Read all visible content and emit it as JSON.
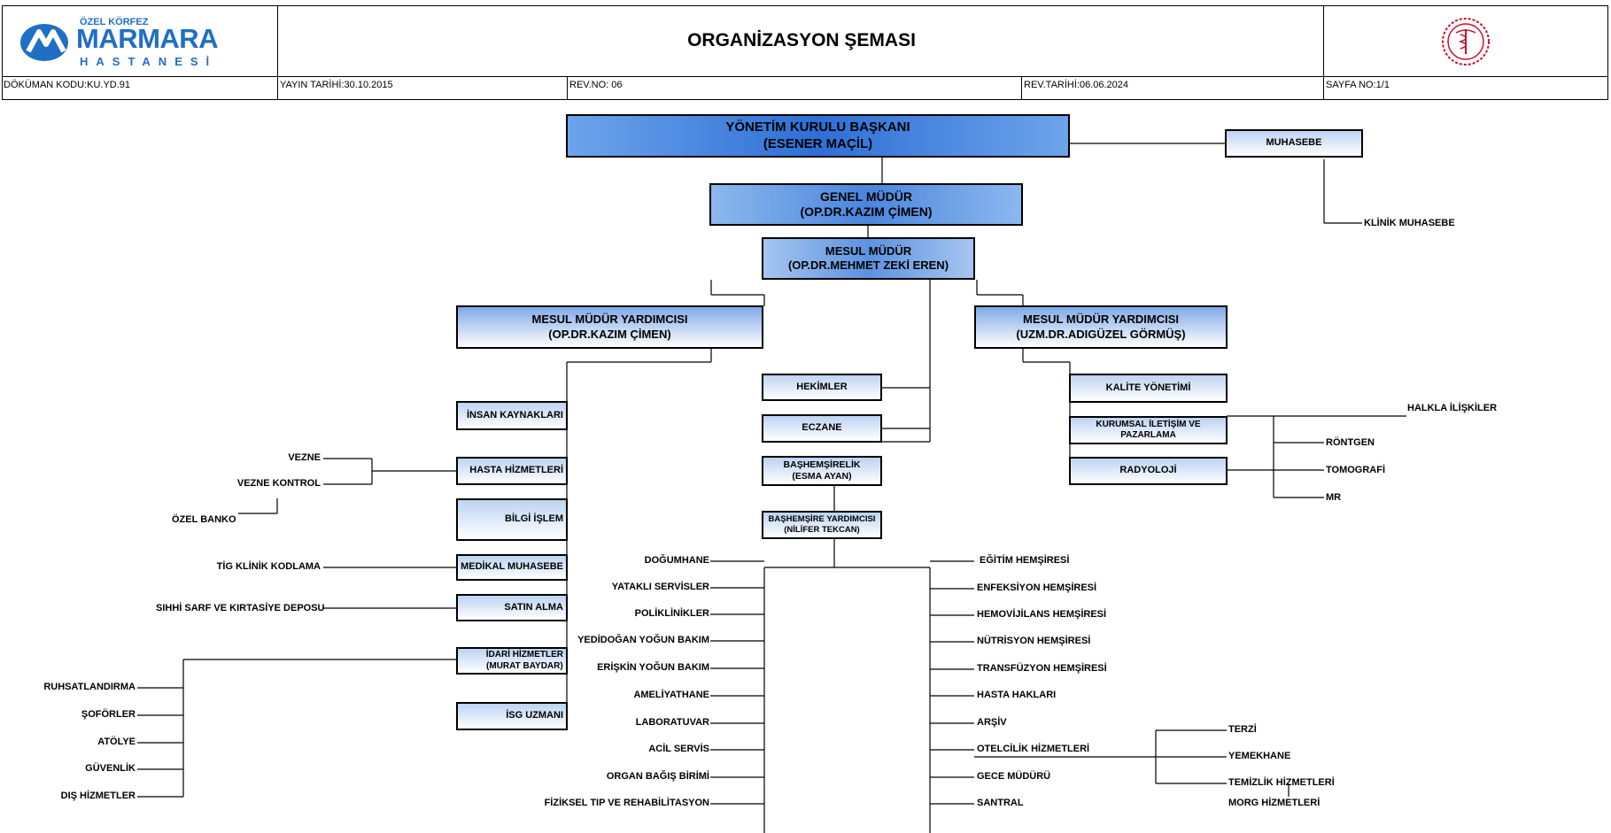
{
  "header": {
    "logo_top": "ÖZEL KÖRFEZ",
    "logo_main": "MARMARA",
    "logo_sub": "HASTANESİ",
    "title": "ORGANİZASYON ŞEMASI",
    "doc_code": "DÖKÜMAN KODU:KU.YD.91",
    "publish_date": "YAYIN TARİHİ:30.10.2015",
    "rev_no": "REV.NO: 06",
    "rev_date": "REV.TARİHİ:06.06.2024",
    "page_no": "SAYFA NO:1/1"
  },
  "colors": {
    "logo_blue": "#1f6fc5",
    "emblem_red": "#c8102e",
    "box_blue": "#4a86de"
  },
  "icons": {
    "logo": "marmara-logo-icon",
    "emblem": "ministry-emblem-icon"
  },
  "chart": {
    "chairman": "YÖNETİM KURULU BAŞKANI\n(ESENER MAÇİL)",
    "muhasebe": "MUHASEBE",
    "klinik_muhasebe": "KLİNİK MUHASEBE",
    "general_manager": "GENEL MÜDÜR\n(OP.DR.KAZIM ÇİMEN)",
    "responsible_manager": "MESUL MÜDÜR\n(OP.DR.MEHMET ZEKİ EREN)",
    "deputy_left": "MESUL MÜDÜR YARDIMCISI\n(OP.DR.KAZIM ÇİMEN)",
    "deputy_right": "MESUL MÜDÜR YARDIMCISI\n(UZM.DR.ADIGÜZEL GÖRMÜŞ)",
    "left_units": [
      "İNSAN KAYNAKLARI",
      "HASTA HİZMETLERİ",
      "BİLGİ İŞLEM",
      "MEDİKAL MUHASEBE",
      "SATIN ALMA",
      "İDARİ HİZMETLER\n(MURAT BAYDAR)",
      "İSG UZMANI"
    ],
    "hasta_sub": [
      "VEZNE",
      "VEZNE KONTROL",
      "ÖZEL BANKO"
    ],
    "medikal_sub": "TİG KLİNİK KODLAMA",
    "satin_sub": "SIHHİ SARF VE KIRTASİYE DEPOSU",
    "idari_sub": [
      "RUHSATLANDIRMA",
      "ŞOFÖRLER",
      "ATÖLYE",
      "GÜVENLİK",
      "DIŞ HİZMETLER"
    ],
    "center_units": [
      "HEKİMLER",
      "ECZANE",
      "BAŞHEMŞİRELİK\n(ESMA AYAN)"
    ],
    "assistant_head_nurse": "BAŞHEMŞİRE YARDIMCISI\n(NİLİFER TEKCAN)",
    "nurse_left": [
      "DOĞUMHANE",
      "YATAKLI SERVİSLER",
      "POLİKLİNİKLER",
      "YEDİDOĞAN YOĞUN BAKIM",
      "ERİŞKİN YOĞUN BAKIM",
      "AMELİYATHANE",
      "LABORATUVAR",
      "ACİL SERVİS",
      "ORGAN BAĞIŞ BİRİMİ",
      "FİZİKSEL TIP VE REHABİLİTASYON"
    ],
    "nurse_right": [
      "EĞİTİM HEMŞİRESİ",
      "ENFEKSİYON HEMŞİRESİ",
      "HEMOVİJİLANS HEMŞİRESİ",
      "NÜTRİSYON HEMŞİRESİ",
      "TRANSFÜZYON HEMŞİRESİ",
      "HASTA HAKLARI",
      "ARŞİV",
      "OTELCİLİK HİZMETLERİ",
      "GECE MÜDÜRÜ",
      "SANTRAL"
    ],
    "hotel_sub": [
      "TERZİ",
      "YEMEKHANE",
      "TEMİZLİK HİZMETLERİ",
      "MORG HİZMETLERİ"
    ],
    "right_units": [
      "KALİTE YÖNETİMİ",
      "KURUMSAL İLETİŞİM VE PAZARLAMA",
      "RADYOLOJİ"
    ],
    "halkla": "HALKLA İLİŞKİLER",
    "radyoloji_sub": [
      "RÖNTGEN",
      "TOMOGRAFİ",
      "MR"
    ]
  }
}
